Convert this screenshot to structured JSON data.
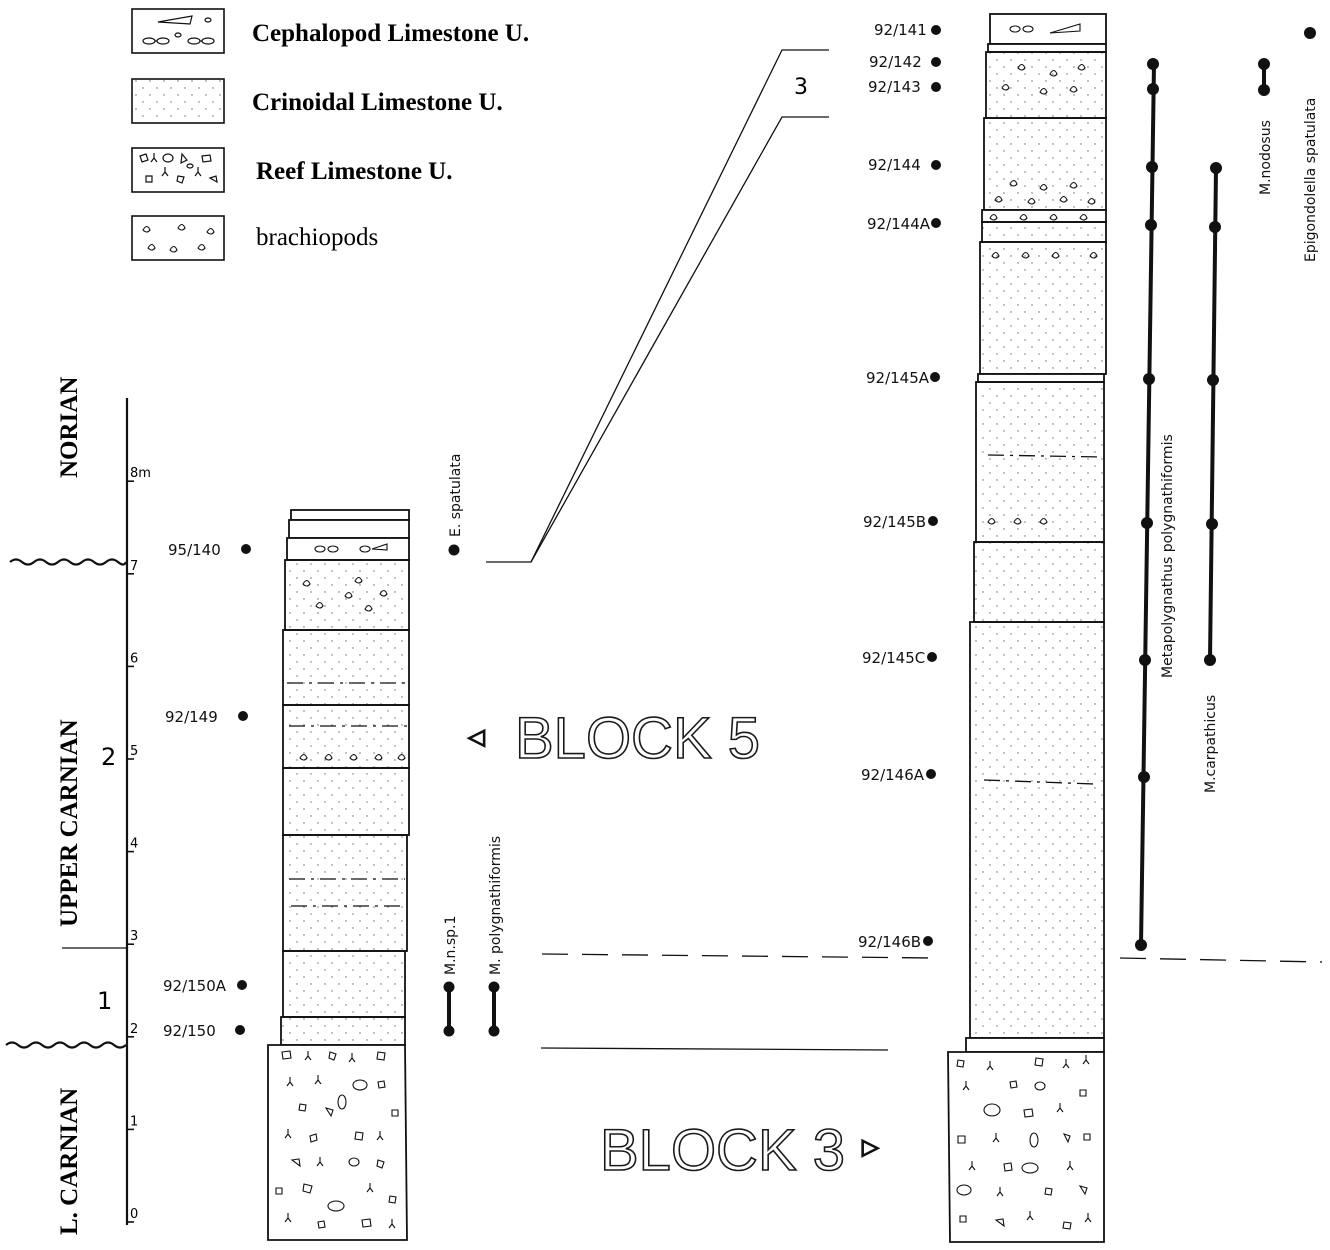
{
  "legend": [
    {
      "label": "Cephalopod Limestone U.",
      "pattern": "cephalopod"
    },
    {
      "label": "Crinoidal Limestone U.",
      "pattern": "crinoidal"
    },
    {
      "label": "Reef Limestone U.",
      "pattern": "reef"
    },
    {
      "label": "brachiopods",
      "pattern": "brachiopods"
    }
  ],
  "stages": {
    "norian": "NORIAN",
    "upper_carnian": "UPPER CARNIAN",
    "lower_carnian": "L. CARNIAN"
  },
  "zones": {
    "zone1": "1",
    "zone2": "2",
    "zone3": "3"
  },
  "scale": {
    "ticks": [
      "0",
      "1",
      "2",
      "3",
      "4",
      "5",
      "6",
      "7",
      "8m"
    ]
  },
  "block5": {
    "label": "BLOCK 5",
    "arrow": "◁",
    "samples": [
      "95/140",
      "92/149",
      "92/150A",
      "92/150"
    ],
    "ranges": {
      "e_spatulata": "E. spatulata",
      "m_n_sp1": "M.n.sp.1",
      "m_polygnathiformis": "M. polygnathiformis"
    }
  },
  "block3": {
    "label": "BLOCK 3",
    "arrow": "▷",
    "samples": [
      "92/141",
      "92/142",
      "92/143",
      "92/144",
      "92/144A",
      "92/145A",
      "92/145B",
      "92/145C",
      "92/146A",
      "92/146B"
    ],
    "ranges": {
      "metapolygnathus": "Metapolygnathus polygnathiformis",
      "m_carpathicus": "M.carpathicus",
      "m_nodosus": "M.nodosus",
      "epigondolella": "Epigondolella spatulata"
    }
  },
  "colors": {
    "ink": "#111111",
    "paper": "#ffffff"
  }
}
